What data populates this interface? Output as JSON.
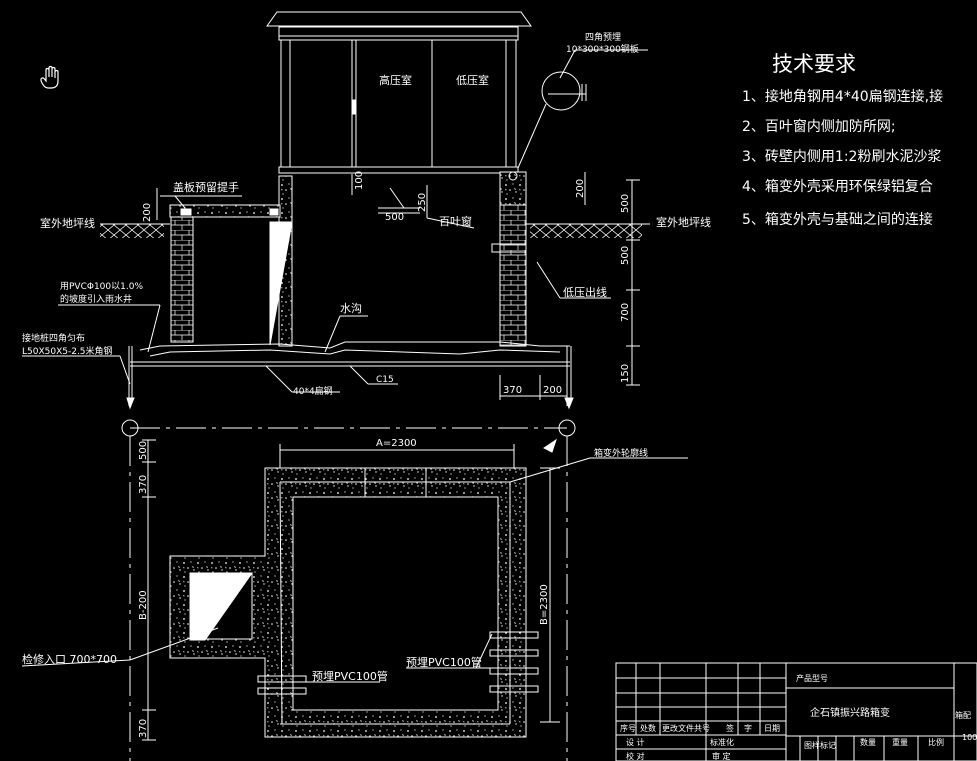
{
  "tech": {
    "title": "技术要求",
    "items": [
      "1、接地角钢用4*40扁钢连接,接",
      "2、百叶窗内侧加防所网;",
      "3、砖壁内侧用1:2粉刷水泥沙浆",
      "4、箱变外壳采用环保绿铝复合",
      "5、箱变外壳与基础之间的连接"
    ]
  },
  "section": {
    "room_high": "高压室",
    "room_low": "低压室",
    "embed_title": "四角预埋",
    "embed_spec": "10*300*300钢板",
    "cover_handle": "盖板预留提手",
    "ground_line_left": "室外地坪线",
    "ground_line_right": "室外地坪线",
    "louver": "百叶窗",
    "pvc_drain_1": "用PVCΦ100以1.0%",
    "pvc_drain_2": "的坡度引入雨水井",
    "ground_pile_1": "接地桩四角匀布",
    "ground_pile_2": "L50X50X5-2.5米角钢",
    "ditch": "水沟",
    "low_outlet": "低压出线",
    "flat_steel": "40*4扁钢",
    "concrete": "C15",
    "dims": {
      "d100": "100",
      "d250": "250",
      "d500h": "500",
      "d200l": "200",
      "d200r": "200",
      "r500a": "500",
      "r500b": "500",
      "r700": "700",
      "r150": "150",
      "b370": "370",
      "b200": "200"
    }
  },
  "plan": {
    "dim_a": "A=2300",
    "dim_b": "B=2300",
    "dim_b200": "B-200",
    "outline": "箱变外轮廓线",
    "manhole": "检修入口 700*700",
    "pvc_left": "预埋PVC100管",
    "pvc_right": "预埋PVC100管",
    "l500": "500",
    "l370a": "370",
    "l370b": "370"
  },
  "titleblock": {
    "product_model": "产品型号",
    "drawing_name": "企石镇振兴路箱变",
    "cols": [
      "序号",
      "处数",
      "更改文件共号",
      "签",
      "字",
      "日期"
    ],
    "rows": [
      "设  计",
      "校  对"
    ],
    "std": "标准化",
    "review": "审  定",
    "mark": "图样标记",
    "qty": "数量",
    "weight": "重量",
    "scale": "比例",
    "cut1": "箱配",
    "cut2": "100"
  }
}
